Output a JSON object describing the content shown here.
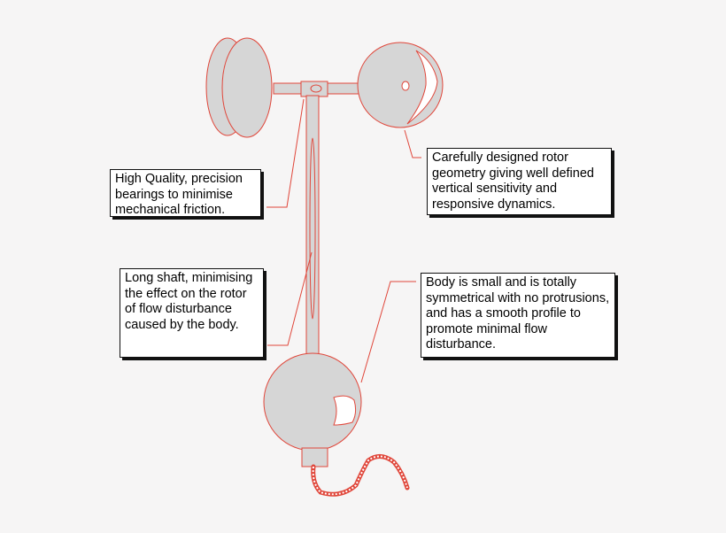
{
  "colors": {
    "outline": "#e0463a",
    "fill": "#d6d6d6",
    "cable": "#e0463a",
    "background": "#f6f5f5",
    "callout_border": "#111111"
  },
  "callouts": {
    "bearings": "High Quality, precision bearings to minimise mechanical friction.",
    "rotor": "Carefully designed rotor geometry giving well defined vertical sensitivity and responsive dynamics.",
    "shaft": "Long shaft, minimising the effect on the rotor of flow disturbance caused by the body.",
    "body": "Body is small and is totally symmetrical with no protrusions, and has a smooth profile to promote minimal flow disturbance."
  }
}
